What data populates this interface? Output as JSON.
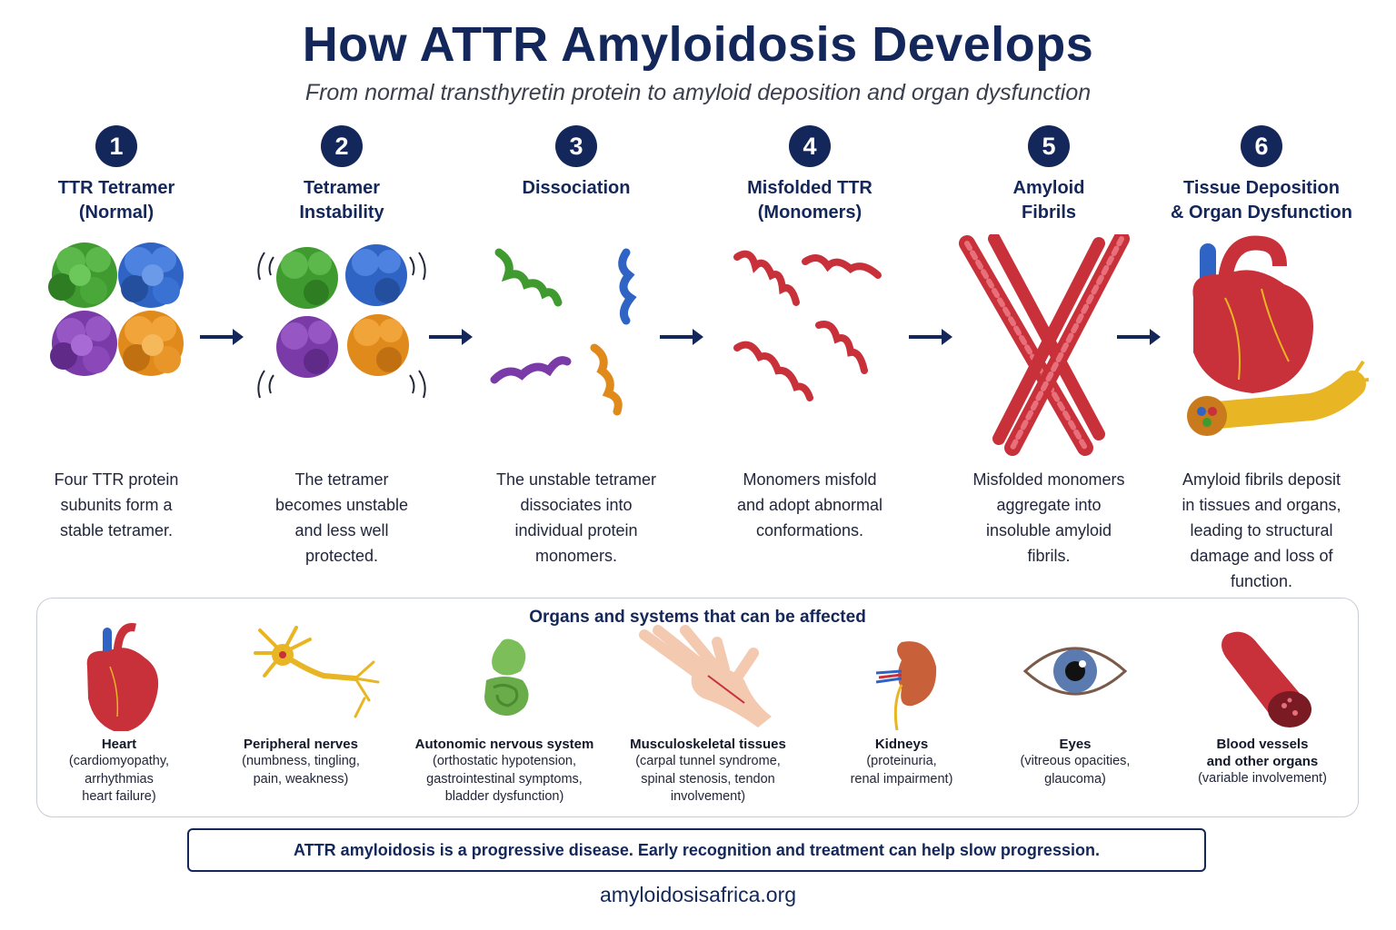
{
  "header": {
    "title": "How ATTR Amyloidosis Develops",
    "subtitle": "From normal transthyretin protein to amyloid deposition and organ dysfunction"
  },
  "steps": [
    {
      "number": "1",
      "title": "TTR Tetramer\n(Normal)",
      "description": "Four TTR protein\nsubunits form a\nstable tetramer."
    },
    {
      "number": "2",
      "title": "Tetramer\nInstability",
      "description": "The tetramer\nbecomes unstable\nand less well\nprotected."
    },
    {
      "number": "3",
      "title": "Dissociation",
      "description": "The unstable tetramer\ndissociates into\nindividual protein\nmonomers."
    },
    {
      "number": "4",
      "title": "Misfolded TTR\n(Monomers)",
      "description": "Monomers misfold\nand adopt abnormal\nconformations."
    },
    {
      "number": "5",
      "title": "Amyloid\nFibrils",
      "description": "Misfolded monomers\naggregate into\ninsoluble amyloid\nfibrils."
    },
    {
      "number": "6",
      "title": "Tissue Deposition\n& Organ Dysfunction",
      "description": "Amyloid fibrils deposit\nin tissues and organs,\nleading to structural\ndamage and loss of\nfunction."
    }
  ],
  "organs": {
    "title": "Organs and systems that can be affected",
    "items": [
      {
        "name": "Heart",
        "description": "(cardiomyopathy,\narrhythmias\nheart failure)"
      },
      {
        "name": "Peripheral nerves",
        "description": "(numbness, tingling,\npain, weakness)"
      },
      {
        "name": "Autonomic nervous system",
        "description": "(orthostatic hypotension,\ngastrointestinal symptoms,\nbladder dysfunction)"
      },
      {
        "name": "Musculoskeletal tissues",
        "description": "(carpal tunnel syndrome,\nspinal stenosis, tendon\ninvolvement)"
      },
      {
        "name": "Kidneys",
        "description": "(proteinuria,\nrenal impairment)"
      },
      {
        "name": "Eyes",
        "description": "(vitreous opacities,\nglaucoma)"
      },
      {
        "name": "Blood vessels\nand other organs",
        "description": "(variable involvement)"
      }
    ]
  },
  "footer": {
    "note": "ATTR amyloidosis is a progressive disease. Early recognition and treatment can help slow progression.",
    "website": "amyloidosisafrica.org"
  },
  "colors": {
    "navy": "#14275a",
    "green": "#3f9a2f",
    "blue": "#2f63c4",
    "purple": "#7a3ba8",
    "orange": "#e08a1c",
    "red": "#c8303a",
    "yellow": "#e8b524"
  }
}
